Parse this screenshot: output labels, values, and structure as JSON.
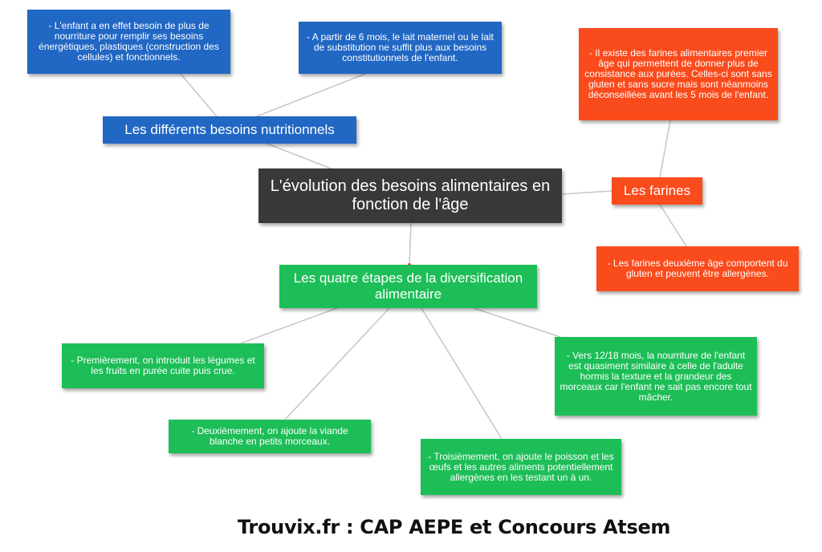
{
  "central": {
    "text": "L'évolution des besoins alimentaires en fonction de l'âge",
    "color": "#3b3838"
  },
  "topics": {
    "needs": {
      "label": "Les différents besoins nutritionnels",
      "color": "#2167c4",
      "notes": [
        "- L'enfant a en effet besoin de plus de nourriture pour remplir ses besoins énergétiques, plastiques (construction des cellules) et fonctionnels.",
        "- A partir de 6 mois, le lait maternel ou le lait de substitution ne suffit plus aux besoins constitutionnels de l'enfant."
      ]
    },
    "flours": {
      "label": "Les farines",
      "color": "#fa4b1c",
      "notes": [
        "- Il existe des farines alimentaires premier âge qui permettent de donner plus de consistance aux purées. Celles-ci sont sans gluten et sans sucre mais sont néanmoins déconseillées avant les 5 mois de l'enfant.",
        "- Les farines deuxième âge comportent du gluten et peuvent être allergènes."
      ]
    },
    "steps": {
      "label": "Les quatre étapes de la diversification alimentaire",
      "color": "#1dbe57",
      "notes": [
        "- Premièrement, on introduit les légumes et les fruits en purée cuite puis crue.",
        "- Deuxièmement, on ajoute la viande blanche en petits morceaux.",
        "- Troisièmement, on ajoute le poisson et les œufs et les autres aliments potentiellement allergènes en les testant un à un.",
        "- Vers 12/18 mois, la nourriture de l'enfant est quasiment similaire à celle de l'adulte hormis la texture et la grandeur des morceaux car l'enfant ne sait pas encore tout mâcher."
      ]
    }
  },
  "footer": {
    "text": "Trouvix.fr : CAP AEPE et Concours Atsem"
  },
  "connector_color": "#c8c8c8"
}
